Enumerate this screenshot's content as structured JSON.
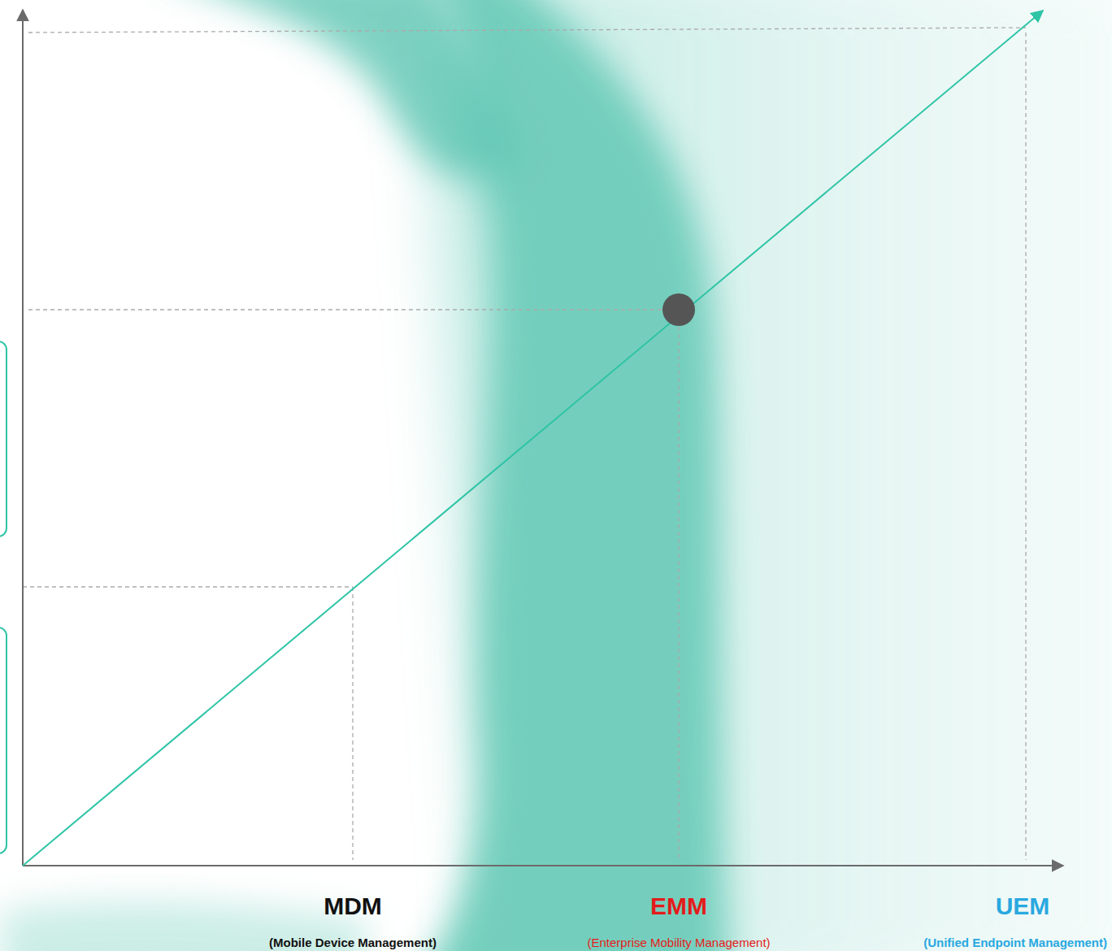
{
  "diagram": {
    "labels": [
      "MDM",
      "(Mobile Device Management)",
      "EMM",
      "(Enterprise Mobility Management)",
      "UEM",
      "(Unified Endpoint Management)"
    ]
  }
}
